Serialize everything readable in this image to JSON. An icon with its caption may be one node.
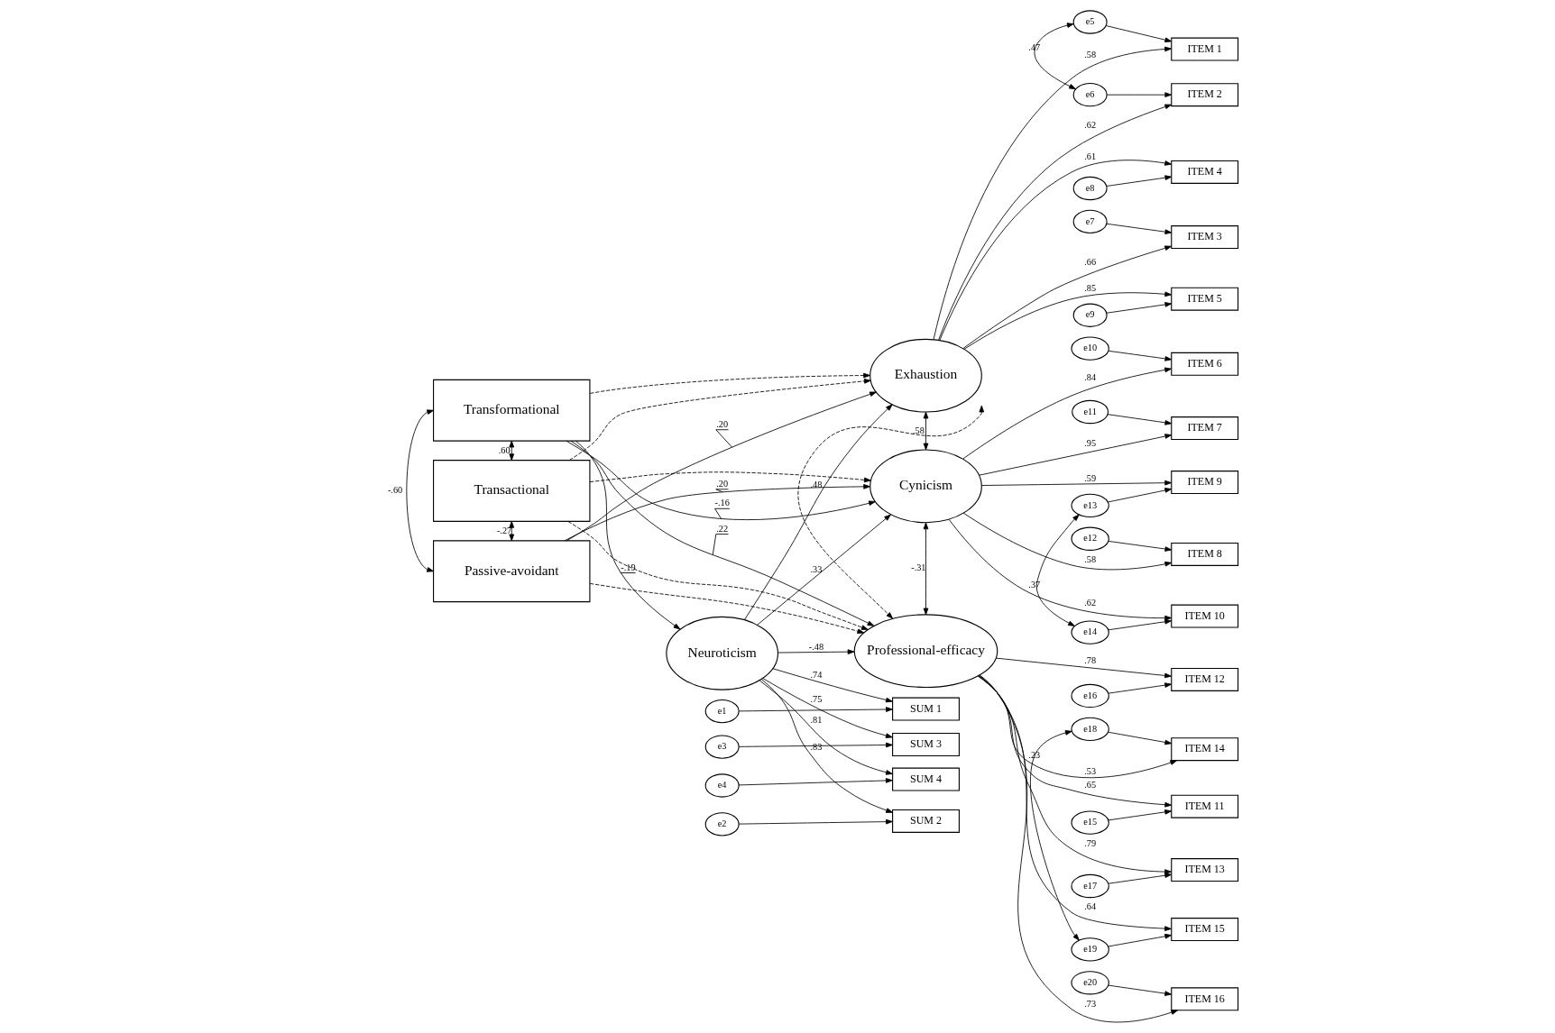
{
  "diagram": {
    "nodes": [
      {
        "text": [
          "Neuroticism"
        ]
      },
      {
        "text": [
          "Transformational"
        ]
      },
      {
        "text": [
          "Transactional"
        ]
      },
      {
        "text": [
          "Passive-avoidant"
        ]
      },
      {
        "text": [
          "Exhaustion"
        ]
      },
      {
        "text": [
          "Cynicism"
        ]
      },
      {
        "text": [
          "Professional-efficacy"
        ]
      },
      {
        "text": [
          "SUM 1"
        ]
      },
      {
        "text": [
          "SUM 2"
        ]
      },
      {
        "text": [
          "SUM 3"
        ]
      },
      {
        "text": [
          "SUM 4"
        ]
      },
      {
        "text": [
          "e1"
        ]
      },
      {
        "text": [
          "e2"
        ]
      },
      {
        "text": [
          "e3"
        ]
      },
      {
        "text": [
          "e4"
        ]
      },
      {
        "text": [
          "ITEM 1"
        ]
      },
      {
        "text": [
          "ITEM 2"
        ]
      },
      {
        "text": [
          "ITEM 3"
        ]
      },
      {
        "text": [
          "ITEM 4"
        ]
      },
      {
        "text": [
          "ITEM 5"
        ]
      },
      {
        "text": [
          "ITEM 6"
        ]
      },
      {
        "text": [
          "ITEM 7"
        ]
      },
      {
        "text": [
          "ITEM 8"
        ]
      },
      {
        "text": [
          "ITEM 9"
        ]
      },
      {
        "text": [
          "ITEM 10"
        ]
      },
      {
        "text": [
          "ITEM 11"
        ]
      },
      {
        "text": [
          "ITEM 12"
        ]
      },
      {
        "text": [
          "ITEM 13"
        ]
      },
      {
        "text": [
          "ITEM 14"
        ]
      },
      {
        "text": [
          "ITEM 15"
        ]
      },
      {
        "text": [
          "ITEM 16"
        ]
      },
      {
        "text": [
          "e5"
        ]
      },
      {
        "text": [
          "e6"
        ]
      },
      {
        "text": [
          "e7"
        ]
      },
      {
        "text": [
          "e8"
        ]
      },
      {
        "text": [
          "e9"
        ]
      },
      {
        "text": [
          "e10"
        ]
      },
      {
        "text": [
          "e11"
        ]
      },
      {
        "text": [
          "e12"
        ]
      },
      {
        "text": [
          "e13"
        ]
      },
      {
        "text": [
          "e14"
        ]
      },
      {
        "text": [
          "e15"
        ]
      },
      {
        "text": [
          "e16"
        ]
      },
      {
        "text": [
          "e17"
        ]
      },
      {
        "text": [
          "e18"
        ]
      },
      {
        "text": [
          "e19"
        ]
      },
      {
        "text": [
          "e20"
        ]
      }
    ],
    "edges": [
      {
        "from": 11,
        "to": 7,
        "arrow": "to"
      },
      {
        "from": 12,
        "to": 8,
        "arrow": "to"
      },
      {
        "from": 13,
        "to": 9,
        "arrow": "to"
      },
      {
        "from": 14,
        "to": 10,
        "arrow": "to"
      },
      {
        "from": 0,
        "to": 7,
        "arrow": "to",
        "label": ".74"
      },
      {
        "from": 0,
        "to": 8,
        "arrow": "to",
        "label": ".83"
      },
      {
        "from": 0,
        "to": 9,
        "arrow": "to",
        "label": ".75"
      },
      {
        "from": 0,
        "to": 10,
        "arrow": "to",
        "label": ".81"
      },
      {
        "from": 1,
        "to": 0,
        "arrow": "to",
        "label": "-.19"
      },
      {
        "from": 0,
        "to": 4,
        "arrow": "to",
        "label": ".48"
      },
      {
        "from": 0,
        "to": 5,
        "arrow": "to",
        "label": ".33"
      },
      {
        "from": 0,
        "to": 6,
        "arrow": "to",
        "label": "-.48"
      },
      {
        "from": 1,
        "to": 4,
        "arrow": "to",
        "style": "dashed"
      },
      {
        "from": 1,
        "to": 5,
        "arrow": "to",
        "label": "-.16"
      },
      {
        "from": 1,
        "to": 6,
        "arrow": "to",
        "label": ".22"
      },
      {
        "from": 2,
        "to": 4,
        "arrow": "to",
        "style": "dashed"
      },
      {
        "from": 2,
        "to": 5,
        "arrow": "to",
        "style": "dashed"
      },
      {
        "from": 2,
        "to": 6,
        "arrow": "to",
        "style": "dashed"
      },
      {
        "from": 3,
        "to": 4,
        "arrow": "to",
        "label": ".20"
      },
      {
        "from": 3,
        "to": 5,
        "arrow": "to",
        "label": ".20"
      },
      {
        "from": 3,
        "to": 6,
        "arrow": "to",
        "style": "dashed"
      },
      {
        "from": 1,
        "to": 2,
        "arrow": "both",
        "label": ".60"
      },
      {
        "from": 1,
        "to": 3,
        "arrow": "both",
        "label": "-.60"
      },
      {
        "from": 2,
        "to": 3,
        "arrow": "both",
        "label": "-.27"
      },
      {
        "from": 4,
        "to": 5,
        "arrow": "both",
        "label": ".58"
      },
      {
        "from": 5,
        "to": 6,
        "arrow": "both",
        "label": "-.31"
      },
      {
        "from": 4,
        "to": 6,
        "arrow": "both",
        "style": "dashed"
      },
      {
        "from": 4,
        "to": 15,
        "arrow": "to",
        "label": ".58"
      },
      {
        "from": 4,
        "to": 16,
        "arrow": "to",
        "label": ".62"
      },
      {
        "from": 4,
        "to": 17,
        "arrow": "to",
        "label": ".66"
      },
      {
        "from": 4,
        "to": 18,
        "arrow": "to",
        "label": ".61"
      },
      {
        "from": 4,
        "to": 19,
        "arrow": "to",
        "label": ".85"
      },
      {
        "from": 5,
        "to": 20,
        "arrow": "to",
        "label": ".84"
      },
      {
        "from": 5,
        "to": 21,
        "arrow": "to",
        "label": ".95"
      },
      {
        "from": 5,
        "to": 22,
        "arrow": "to",
        "label": ".58"
      },
      {
        "from": 5,
        "to": 23,
        "arrow": "to",
        "label": ".59"
      },
      {
        "from": 5,
        "to": 24,
        "arrow": "to",
        "label": ".62"
      },
      {
        "from": 6,
        "to": 25,
        "arrow": "to",
        "label": ".65"
      },
      {
        "from": 6,
        "to": 26,
        "arrow": "to",
        "label": ".78"
      },
      {
        "from": 6,
        "to": 27,
        "arrow": "to",
        "label": ".79"
      },
      {
        "from": 6,
        "to": 28,
        "arrow": "to",
        "label": ".53"
      },
      {
        "from": 6,
        "to": 29,
        "arrow": "to",
        "label": ".64"
      },
      {
        "from": 6,
        "to": 30,
        "arrow": "to",
        "label": ".73"
      },
      {
        "from": 31,
        "to": 15,
        "arrow": "to"
      },
      {
        "from": 32,
        "to": 16,
        "arrow": "to"
      },
      {
        "from": 33,
        "to": 17,
        "arrow": "to"
      },
      {
        "from": 34,
        "to": 18,
        "arrow": "to"
      },
      {
        "from": 35,
        "to": 19,
        "arrow": "to"
      },
      {
        "from": 36,
        "to": 20,
        "arrow": "to"
      },
      {
        "from": 37,
        "to": 21,
        "arrow": "to"
      },
      {
        "from": 38,
        "to": 22,
        "arrow": "to"
      },
      {
        "from": 39,
        "to": 23,
        "arrow": "to"
      },
      {
        "from": 40,
        "to": 24,
        "arrow": "to"
      },
      {
        "from": 41,
        "to": 25,
        "arrow": "to"
      },
      {
        "from": 42,
        "to": 26,
        "arrow": "to"
      },
      {
        "from": 43,
        "to": 27,
        "arrow": "to"
      },
      {
        "from": 44,
        "to": 28,
        "arrow": "to"
      },
      {
        "from": 45,
        "to": 29,
        "arrow": "to"
      },
      {
        "from": 46,
        "to": 30,
        "arrow": "to"
      },
      {
        "from": 31,
        "to": 32,
        "arrow": "both",
        "label": ".47"
      },
      {
        "from": 39,
        "to": 40,
        "arrow": "both",
        "label": ".37"
      },
      {
        "from": 44,
        "to": 45,
        "arrow": "both",
        "label": ".23"
      }
    ]
  }
}
